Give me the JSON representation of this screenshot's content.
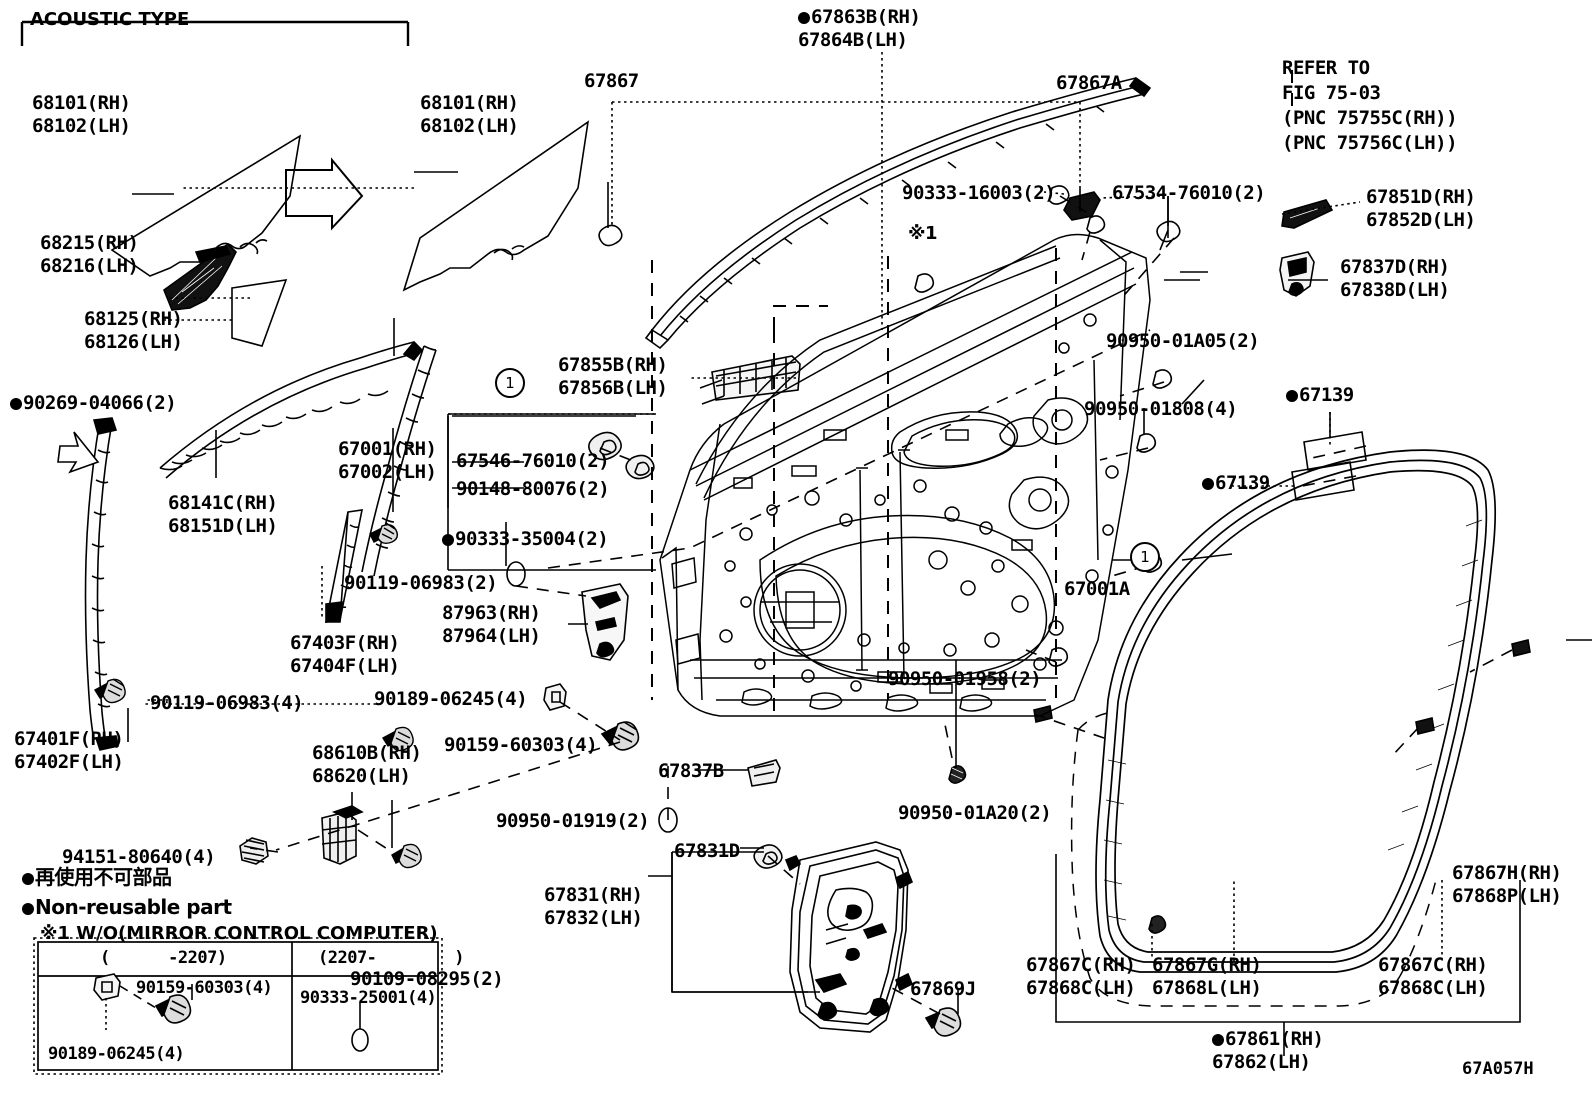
{
  "diagram": {
    "figure_code": "67A057H",
    "acoustic_type_header": "ACOUSTIC TYPE",
    "note_mirror": "※1 W/O(MIRROR CONTROL COMPUTER)",
    "legend": {
      "jp": "再使用不可部品",
      "en": "Non-reusable part"
    },
    "refer": {
      "line1": "REFER TO",
      "line2": "FIG 75-03",
      "line3": "(PNC 75755C(RH))",
      "line4": "(PNC 75756C(LH))"
    },
    "table": {
      "col1_header": "(      -2207)",
      "col2_header": "(2207-        )",
      "col1_items": [
        "90159-60303(4)",
        "90189-06245(4)"
      ],
      "col2_items": [
        "90333-25001(4)"
      ]
    },
    "callouts": [
      {
        "id": "68101-a",
        "text": "68101(RH)\n68102(LH)"
      },
      {
        "id": "68101-b",
        "text": "68101(RH)\n68102(LH)"
      },
      {
        "id": "68215",
        "text": "68215(RH)\n68216(LH)"
      },
      {
        "id": "68125",
        "text": "68125(RH)\n68126(LH)"
      },
      {
        "id": "90269-04066",
        "text": "90269-04066(2)",
        "marker": "non-reusable"
      },
      {
        "id": "68141C",
        "text": "68141C(RH)\n68151D(LH)"
      },
      {
        "id": "67401F",
        "text": "67401F(RH)\n67402F(LH)"
      },
      {
        "id": "90119-06983-4",
        "text": "90119-06983(4)"
      },
      {
        "id": "90119-06983-2",
        "text": "90119-06983(2)"
      },
      {
        "id": "67403F",
        "text": "67403F(RH)\n67404F(LH)"
      },
      {
        "id": "67001",
        "text": "67001(RH)\n67002(LH)"
      },
      {
        "id": "67546-76010",
        "text": "67546-76010(2)"
      },
      {
        "id": "90148-80076",
        "text": "90148-80076(2)"
      },
      {
        "id": "90333-35004",
        "text": "90333-35004(2)",
        "marker": "non-reusable"
      },
      {
        "id": "67855B",
        "text": "67855B(RH)\n67856B(LH)"
      },
      {
        "id": "87963",
        "text": "87963(RH)\n87964(LH)"
      },
      {
        "id": "90189-06245",
        "text": "90189-06245(4)"
      },
      {
        "id": "90159-60303",
        "text": "90159-60303(4)"
      },
      {
        "id": "68610B",
        "text": "68610B(RH)\n68620(LH)"
      },
      {
        "id": "94151-80640",
        "text": "94151-80640(4)"
      },
      {
        "id": "90109-08295",
        "text": "90109-08295(2)"
      },
      {
        "id": "90950-01919",
        "text": "90950-01919(2)"
      },
      {
        "id": "67837B",
        "text": "67837B"
      },
      {
        "id": "67831D",
        "text": "67831D"
      },
      {
        "id": "67831",
        "text": "67831(RH)\n67832(LH)"
      },
      {
        "id": "67869J",
        "text": "67869J"
      },
      {
        "id": "67863B",
        "text": "67863B(RH)\n67864B(LH)",
        "marker": "non-reusable"
      },
      {
        "id": "67867",
        "text": "67867"
      },
      {
        "id": "67867A",
        "text": "67867A"
      },
      {
        "id": "90333-16003",
        "text": "90333-16003(2)"
      },
      {
        "id": "67534-76010",
        "text": "67534-76010(2)"
      },
      {
        "id": "67851D",
        "text": "67851D(RH)\n67852D(LH)"
      },
      {
        "id": "67837D",
        "text": "67837D(RH)\n67838D(LH)"
      },
      {
        "id": "90950-01A05",
        "text": "90950-01A05(2)"
      },
      {
        "id": "90950-01808",
        "text": "90950-01808(4)"
      },
      {
        "id": "67139-a",
        "text": "67139",
        "marker": "non-reusable"
      },
      {
        "id": "67139-b",
        "text": "67139",
        "marker": "non-reusable"
      },
      {
        "id": "67001A",
        "text": "67001A"
      },
      {
        "id": "90950-01958",
        "text": "90950-01958(2)"
      },
      {
        "id": "90950-01A20",
        "text": "90950-01A20(2)"
      },
      {
        "id": "67867H",
        "text": "67867H(RH)\n67868P(LH)"
      },
      {
        "id": "67867C-a",
        "text": "67867C(RH)\n67868C(LH)"
      },
      {
        "id": "67867G",
        "text": "67867G(RH)\n67868L(LH)"
      },
      {
        "id": "67867C-b",
        "text": "67867C(RH)\n67868C(LH)"
      },
      {
        "id": "67861",
        "text": "67861(RH)\n67862(LH)",
        "marker": "non-reusable"
      },
      {
        "id": "asterisk1",
        "text": "※1"
      },
      {
        "id": "circ1-a",
        "text": "1"
      },
      {
        "id": "circ1-b",
        "text": "1"
      }
    ]
  }
}
